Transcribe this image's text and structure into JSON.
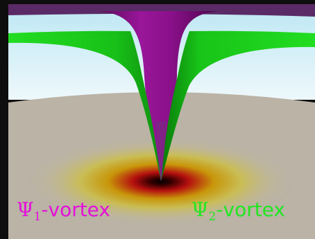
{
  "labels": {
    "psi1": {
      "symbol": "Ψ",
      "subscript": "1",
      "suffix": "-vortex"
    },
    "psi2": {
      "symbol": "Ψ",
      "subscript": "2",
      "suffix": "-vortex"
    }
  },
  "colors": {
    "psi1_vortex": "#8e0a8e",
    "psi1_label": "#e410d8",
    "psi2_vortex": "#19cc19",
    "psi2_label": "#22e622",
    "sky": "#cfeef6",
    "floor": "#bab3a6",
    "top_surface": "#5a2a66",
    "border": "#0e0e0e"
  }
}
